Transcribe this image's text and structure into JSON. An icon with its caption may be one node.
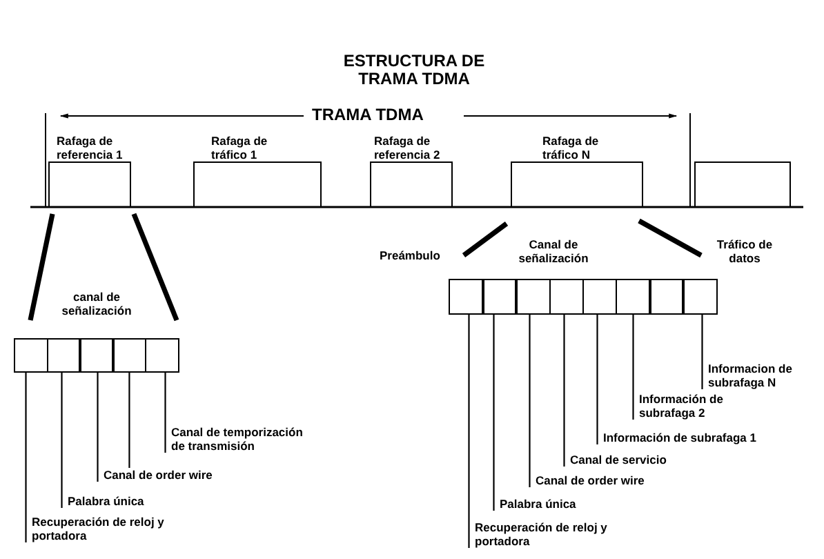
{
  "diagram": {
    "title": "ESTRUCTURA DE TRAMA TDMA",
    "nodes": [
      {
        "text": [
          "Rafaga de referencia 1"
        ]
      },
      {
        "text": [
          "Rafaga de tráfico 1"
        ]
      },
      {
        "text": [
          "Rafaga de referencia 2"
        ]
      },
      {
        "text": [
          "Rafaga de tráfico N"
        ]
      },
      {
        "text": [],
        "shape": "box"
      },
      {
        "text": [
          "canal de señalización"
        ]
      },
      {
        "text": [],
        "shape": "box",
        "in": 5
      },
      {
        "text": [],
        "shape": "box",
        "in": 5
      },
      {
        "text": [],
        "shape": "box",
        "in": 5
      },
      {
        "text": [],
        "shape": "box",
        "in": 5
      },
      {
        "text": [],
        "shape": "box",
        "in": 5
      },
      {
        "text": [
          "Canal de señalización"
        ]
      },
      {
        "text": [],
        "shape": "box",
        "in": 11
      },
      {
        "text": [],
        "shape": "box",
        "in": 11
      },
      {
        "text": [],
        "shape": "box",
        "in": 11
      },
      {
        "text": [],
        "shape": "box",
        "in": 11
      },
      {
        "text": [],
        "shape": "box",
        "in": 11
      },
      {
        "text": [],
        "shape": "box",
        "in": 11
      },
      {
        "text": [],
        "shape": "box",
        "in": 11
      },
      {
        "text": [],
        "shape": "box",
        "in": 11
      },
      {
        "text": [
          "Canal de temporización de transmisión"
        ]
      },
      {
        "text": [
          "Canal de order wire"
        ]
      },
      {
        "text": [
          "Palabra única"
        ]
      },
      {
        "text": [
          "Recuperación de reloj y portadora"
        ]
      },
      {
        "text": [
          "Informacion de subrafaga N"
        ]
      },
      {
        "text": [
          "Información de subrafaga 2"
        ]
      },
      {
        "text": [
          "Información de subrafaga 1"
        ]
      },
      {
        "text": [
          "Canal de servicio"
        ]
      },
      {
        "text": [
          "Canal de order wire"
        ]
      },
      {
        "text": [
          "Palabra única"
        ]
      },
      {
        "text": [
          "Recuperación de reloj y portadora"
        ]
      }
    ],
    "edges": [
      {
        "from": 0,
        "to": 5,
        "arrow": "none",
        "style": "thick"
      },
      {
        "from": 0,
        "to": 5,
        "arrow": "none",
        "style": "thick"
      },
      {
        "from": 3,
        "to": 11,
        "arrow": "none",
        "style": "thick"
      },
      {
        "from": 3,
        "to": 11,
        "arrow": "none",
        "style": "thick"
      },
      {
        "from": 20,
        "to": 10,
        "arrow": "none"
      },
      {
        "from": 21,
        "to": 8,
        "arrow": "none"
      },
      {
        "from": 22,
        "to": 7,
        "arrow": "none"
      },
      {
        "from": 23,
        "to": 6,
        "arrow": "none"
      },
      {
        "from": 21,
        "to": 9,
        "arrow": "none"
      },
      {
        "from": 24,
        "to": 19,
        "arrow": "none"
      },
      {
        "from": 25,
        "to": 17,
        "arrow": "none"
      },
      {
        "from": 26,
        "to": 16,
        "arrow": "none"
      },
      {
        "from": 27,
        "to": 15,
        "arrow": "none"
      },
      {
        "from": 28,
        "to": 14,
        "arrow": "none"
      },
      {
        "from": 29,
        "to": 13,
        "arrow": "none"
      },
      {
        "from": 30,
        "to": 12,
        "arrow": "none"
      }
    ],
    "labels": [
      "TRAMA TDMA",
      "Preámbulo",
      "Tráfico de datos"
    ]
  }
}
